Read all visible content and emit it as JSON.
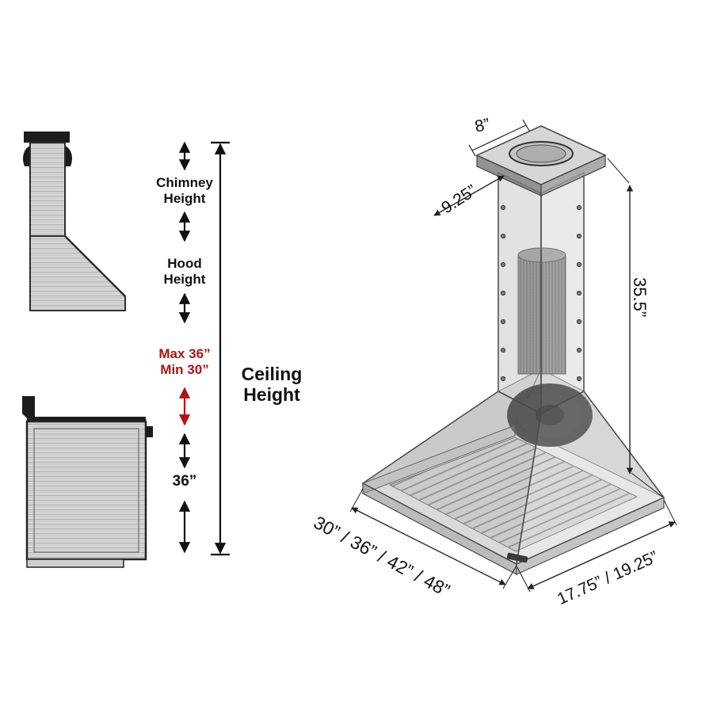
{
  "figure": {
    "type": "range-hood-dimension-diagram",
    "background": "#ffffff",
    "colors": {
      "ink": "#111111",
      "accent_red": "#b11212",
      "steel": "#d7d7d7"
    }
  },
  "side_view": {
    "labels": {
      "chimney_height": "Chimney\nHeight",
      "hood_height": "Hood\nHeight",
      "mount_range": "Max 36”\nMin 30”",
      "stove_clearance": "36”",
      "ceiling_height": "Ceiling\nHeight"
    }
  },
  "isometric_view": {
    "dimensions": {
      "duct_width": "8”",
      "duct_depth": "9.25”",
      "chimney_height": "35.5”",
      "hood_width_options": "30” / 36” / 42” / 48”",
      "hood_depth_options": "17.75” / 19.25”"
    }
  }
}
